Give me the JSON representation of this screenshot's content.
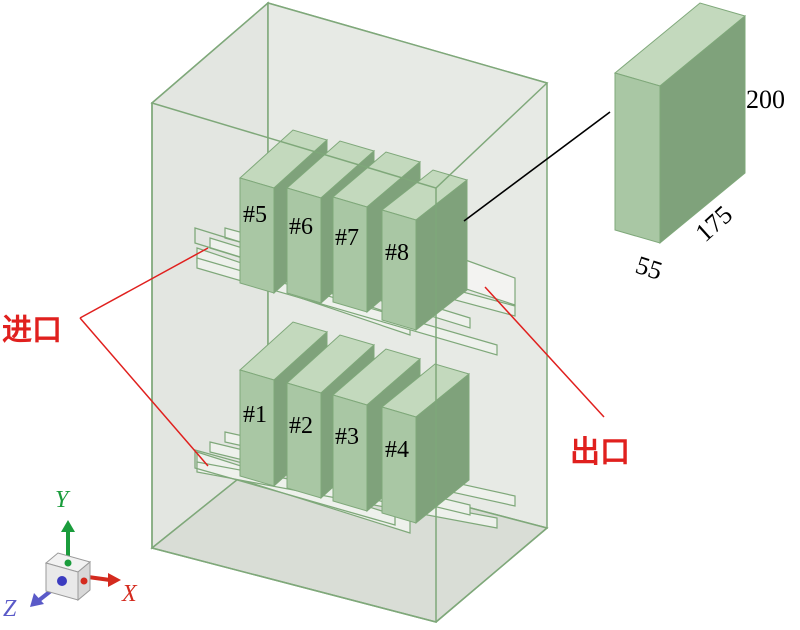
{
  "modules": {
    "upper": [
      "#5",
      "#6",
      "#7",
      "#8"
    ],
    "lower": [
      "#1",
      "#2",
      "#3",
      "#4"
    ]
  },
  "labels": {
    "inlet": "进口",
    "outlet": "出口"
  },
  "dimensions": {
    "height": "200",
    "depth": "175",
    "width": "55"
  },
  "axes": {
    "y": "Y",
    "x": "X",
    "z": "Z"
  },
  "colors": {
    "module_front": "#a9c7a4",
    "module_top": "#c3d9bd",
    "module_side": "#7fa27b",
    "box_edge": "#7fa87a",
    "annotation_red": "#e0201e"
  }
}
